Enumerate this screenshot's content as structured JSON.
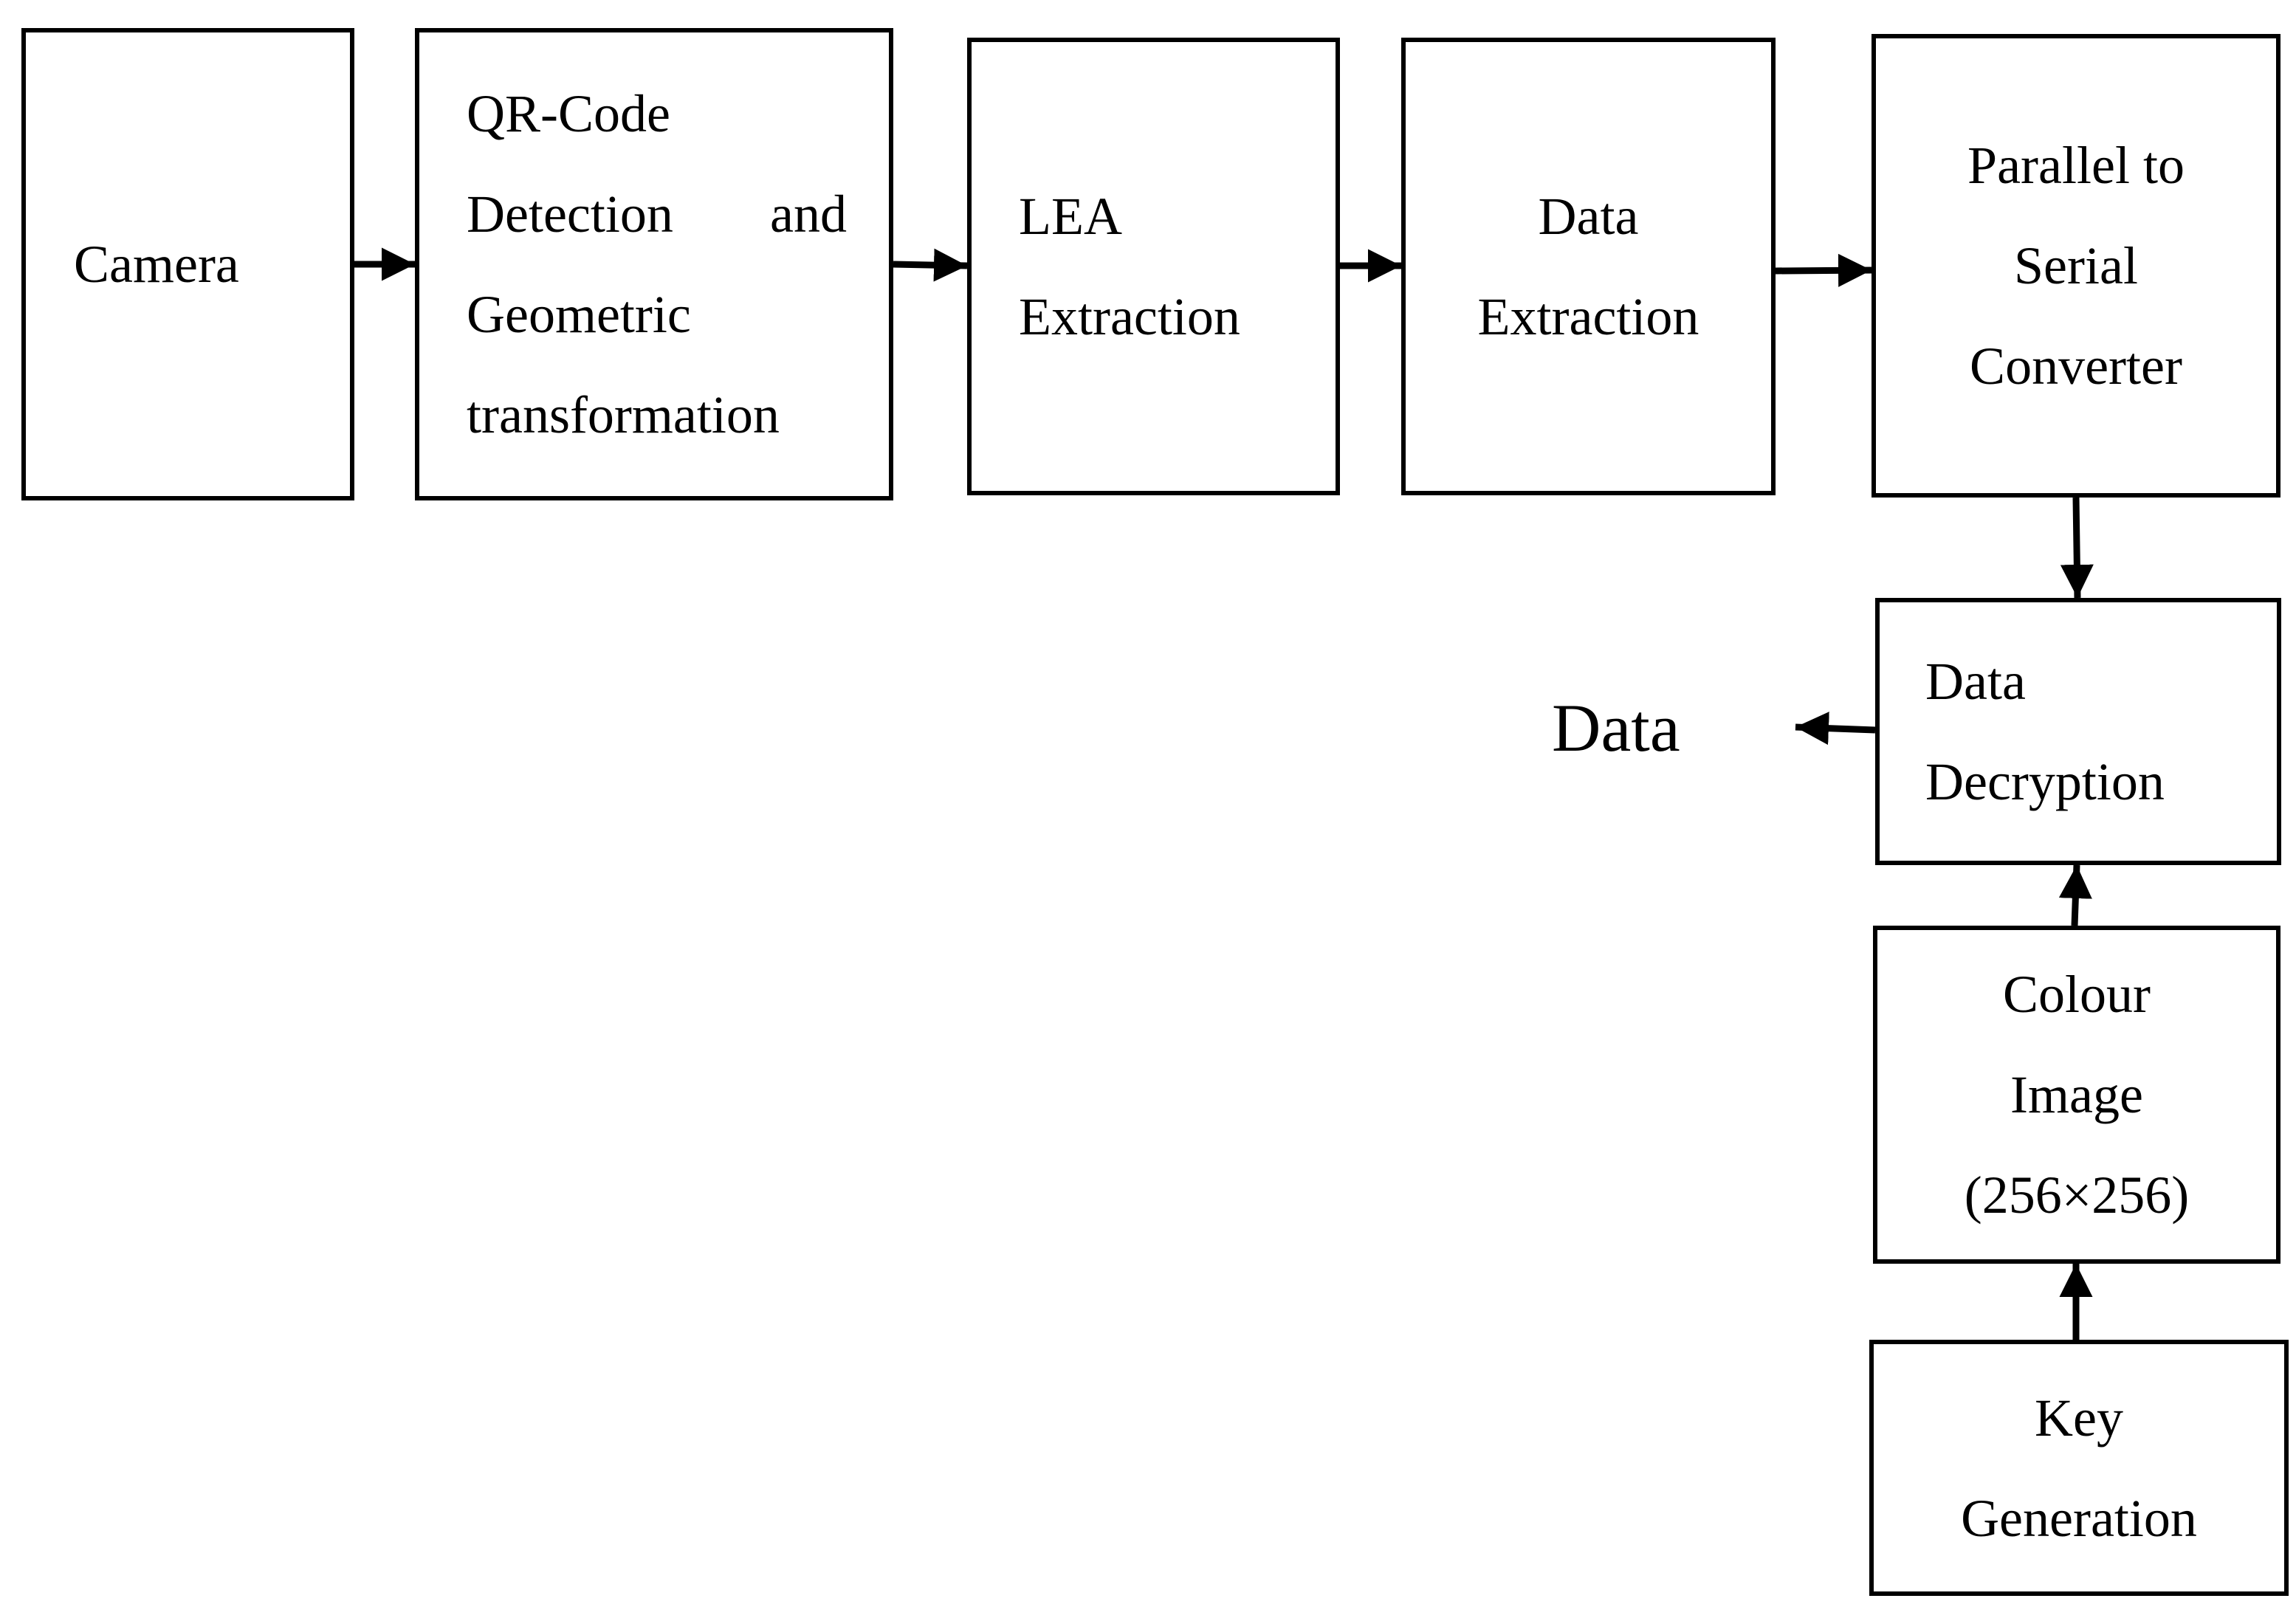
{
  "nodes": {
    "camera": {
      "lines": [
        "Camera"
      ]
    },
    "qr_detection": {
      "lines": [
        "QR-Code",
        "Detection",
        "and",
        "Geometric",
        "transformation"
      ]
    },
    "lea_extraction": {
      "lines": [
        "LEA",
        "Extraction"
      ]
    },
    "data_extraction": {
      "lines": [
        "Data",
        "Extraction"
      ]
    },
    "parallel_serial": {
      "lines": [
        "Parallel to",
        "Serial",
        "Converter"
      ]
    },
    "data_decryption": {
      "lines": [
        "Data",
        "Decryption"
      ]
    },
    "colour_image": {
      "lines": [
        "Colour",
        "Image",
        "(256×256)"
      ]
    },
    "key_generation": {
      "lines": [
        "Key",
        "Generation"
      ]
    }
  },
  "output": {
    "label": "Data"
  },
  "edges": [
    {
      "from": "Camera",
      "to": "QR-Code Detection and Geometric transformation"
    },
    {
      "from": "QR-Code Detection and Geometric transformation",
      "to": "LEA Extraction"
    },
    {
      "from": "LEA Extraction",
      "to": "Data Extraction"
    },
    {
      "from": "Data Extraction",
      "to": "Parallel to Serial Converter"
    },
    {
      "from": "Parallel to Serial Converter",
      "to": "Data Decryption"
    },
    {
      "from": "Key Generation",
      "to": "Colour Image (256×256)"
    },
    {
      "from": "Colour Image (256×256)",
      "to": "Data Decryption"
    },
    {
      "from": "Data Decryption",
      "to": "Data"
    }
  ],
  "colors": {
    "stroke": "#000000",
    "background": "#ffffff"
  }
}
